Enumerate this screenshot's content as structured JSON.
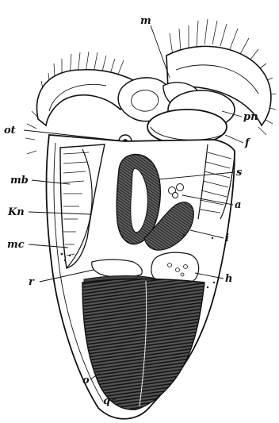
{
  "labels": {
    "m": "m",
    "pn": "pn",
    "f": "f",
    "ot": "ot",
    "s": "s",
    "mb": "mb",
    "kn": "Kn",
    "a": "a",
    "i": "i",
    "mc": "mc",
    "r": "r",
    "h": "h",
    "o": "o",
    "q": "q"
  }
}
